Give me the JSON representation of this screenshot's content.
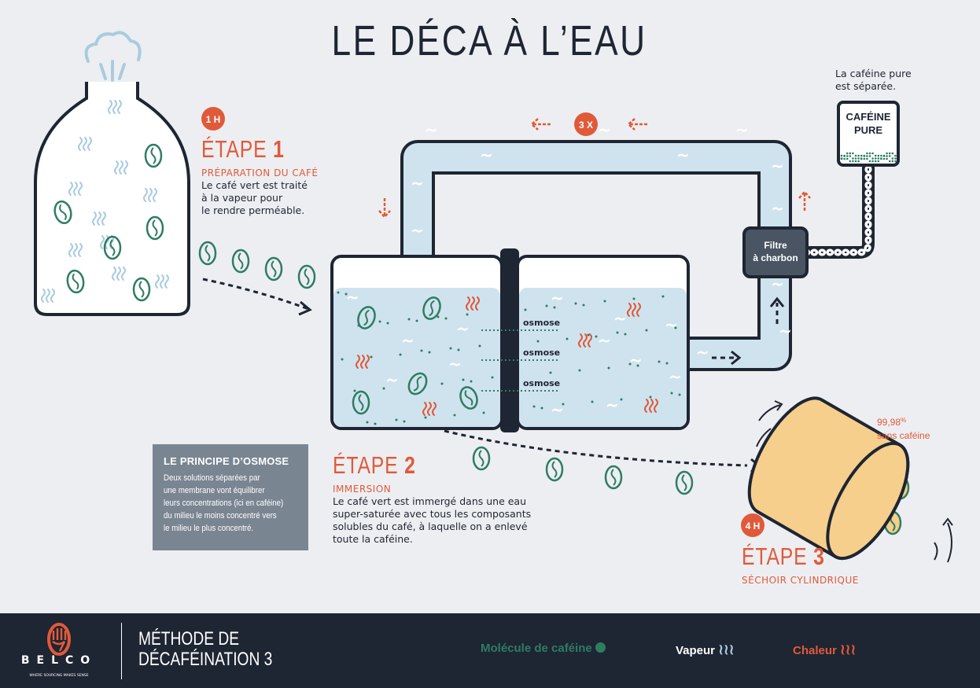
{
  "title": "LE DÉCA À L’EAU",
  "colors": {
    "dark": "#1e2533",
    "orange": "#e05a3a",
    "green": "#2e7d62",
    "water": "#cfe3ee",
    "background": "#edeef1"
  },
  "step1": {
    "badge": "1 H",
    "label": "ÉTAPE",
    "number": "1",
    "subtitle": "PRÉPARATION DU CAFÉ",
    "lines": [
      "Le café vert est traité",
      "à la vapeur pour",
      "le rendre perméable."
    ]
  },
  "step2": {
    "label": "ÉTAPE",
    "number": "2",
    "subtitle": "IMMERSION",
    "lines": [
      "Le café vert est immergé dans une eau",
      "super-saturée avec tous les composants",
      "solubles du café, à laquelle on a enlevé",
      "toute la caféine."
    ]
  },
  "step3": {
    "badge": "4 H",
    "label": "ÉTAPE",
    "number": "3",
    "subtitle": "SÉCHOIR CYLINDRIQUE",
    "decaf_value": "99,98",
    "decaf_unit": "%",
    "decaf_label": "sans caféine"
  },
  "cycle_badge": "3 X",
  "osmose_labels": [
    "osmose",
    "osmose",
    "osmose"
  ],
  "filter": {
    "line1": "Filtre",
    "line2": "à charbon"
  },
  "pure_caffeine": {
    "line1": "CAFÉINE",
    "line2": "PURE",
    "note_lines": [
      "La caféine pure",
      "est séparée."
    ]
  },
  "osmose_box": {
    "title": "LE PRINCIPE D’OSMOSE",
    "lines": [
      "Deux solutions séparées par",
      "une membrane vont équilibrer",
      "leurs concentrations (ici en caféine)",
      "du milieu le moins concentré vers",
      "le milieu le plus concentré."
    ]
  },
  "footer": {
    "brand": "BELCO",
    "tagline": "WHERE SOURCING MAKES SENSE",
    "title_lines": [
      "MÉTHODE DE",
      "DÉCAFÉINATION 3"
    ],
    "legend": [
      {
        "label": "Molécule de caféine",
        "icon": "dot-icon"
      },
      {
        "label": "Vapeur",
        "icon": "steam-icon"
      },
      {
        "label": "Chaleur",
        "icon": "heat-icon"
      }
    ]
  }
}
